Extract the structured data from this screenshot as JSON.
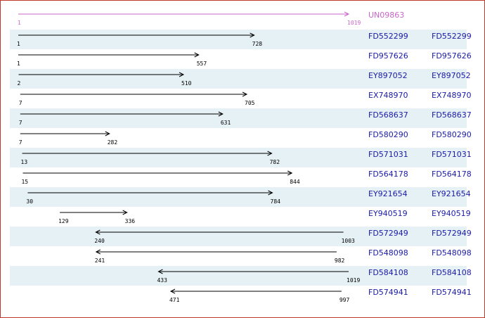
{
  "reference": {
    "label": "UN09863",
    "start": 1,
    "end": 1019,
    "color": "#c866c8"
  },
  "rows": [
    {
      "label": "FD552299",
      "label2": "FD552299",
      "start": 1,
      "end": 728,
      "dir": "right"
    },
    {
      "label": "FD957626",
      "label2": "FD957626",
      "start": 1,
      "end": 557,
      "dir": "right"
    },
    {
      "label": "EY897052",
      "label2": "EY897052",
      "start": 2,
      "end": 510,
      "dir": "right"
    },
    {
      "label": "EX748970",
      "label2": "EX748970",
      "start": 7,
      "end": 705,
      "dir": "right"
    },
    {
      "label": "FD568637",
      "label2": "FD568637",
      "start": 7,
      "end": 631,
      "dir": "right"
    },
    {
      "label": "FD580290",
      "label2": "FD580290",
      "start": 7,
      "end": 282,
      "dir": "right"
    },
    {
      "label": "FD571031",
      "label2": "FD571031",
      "start": 13,
      "end": 782,
      "dir": "right"
    },
    {
      "label": "FD564178",
      "label2": "FD564178",
      "start": 15,
      "end": 844,
      "dir": "right"
    },
    {
      "label": "EY921654",
      "label2": "EY921654",
      "start": 30,
      "end": 784,
      "dir": "right"
    },
    {
      "label": "EY940519",
      "label2": "EY940519",
      "start": 129,
      "end": 336,
      "dir": "right"
    },
    {
      "label": "FD572949",
      "label2": "FD572949",
      "start": 240,
      "end": 1003,
      "dir": "left"
    },
    {
      "label": "FD548098",
      "label2": "FD548098",
      "start": 241,
      "end": 982,
      "dir": "left"
    },
    {
      "label": "FD584108",
      "label2": "FD584108",
      "start": 433,
      "end": 1019,
      "dir": "left"
    },
    {
      "label": "FD574941",
      "label2": "FD574941",
      "start": 471,
      "end": 997,
      "dir": "left"
    }
  ],
  "colors": {
    "link": "#1a1aa6",
    "row_shade": "#e5f1f5",
    "frame": "#c0392b",
    "arrow": "#000000"
  }
}
